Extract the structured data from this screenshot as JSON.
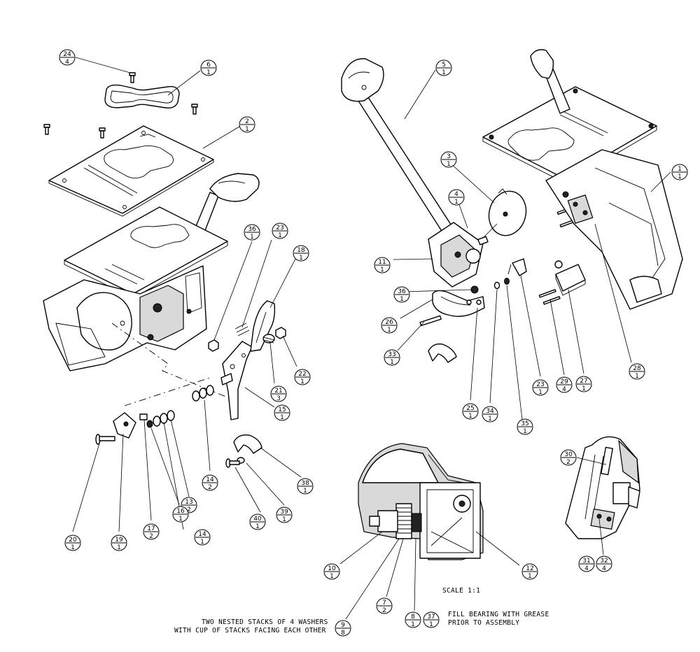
{
  "balloons": [
    {
      "id": "b24",
      "item": "24",
      "qty": "4"
    },
    {
      "id": "b6",
      "item": "6",
      "qty": "1"
    },
    {
      "id": "b2",
      "item": "2",
      "qty": "1"
    },
    {
      "id": "b36a",
      "item": "36",
      "qty": "1"
    },
    {
      "id": "b23a",
      "item": "23",
      "qty": "1"
    },
    {
      "id": "b18",
      "item": "18",
      "qty": "1"
    },
    {
      "id": "b22",
      "item": "22",
      "qty": "1"
    },
    {
      "id": "b21",
      "item": "21",
      "qty": "3"
    },
    {
      "id": "b15",
      "item": "15",
      "qty": "1"
    },
    {
      "id": "b14a",
      "item": "14",
      "qty": "2"
    },
    {
      "id": "b13",
      "item": "13",
      "qty": "2"
    },
    {
      "id": "b14b",
      "item": "14",
      "qty": "1"
    },
    {
      "id": "b16",
      "item": "16",
      "qty": "1"
    },
    {
      "id": "b17",
      "item": "17",
      "qty": "2"
    },
    {
      "id": "b19",
      "item": "19",
      "qty": "1"
    },
    {
      "id": "b20",
      "item": "20",
      "qty": "1"
    },
    {
      "id": "b38",
      "item": "38",
      "qty": "1"
    },
    {
      "id": "b39",
      "item": "39",
      "qty": "1"
    },
    {
      "id": "b40",
      "item": "40",
      "qty": "1"
    },
    {
      "id": "b5",
      "item": "5",
      "qty": "1"
    },
    {
      "id": "b3",
      "item": "3",
      "qty": "1"
    },
    {
      "id": "b4",
      "item": "4",
      "qty": "1"
    },
    {
      "id": "b11",
      "item": "11",
      "qty": "1"
    },
    {
      "id": "b36b",
      "item": "36",
      "qty": "1"
    },
    {
      "id": "b26",
      "item": "26",
      "qty": "1"
    },
    {
      "id": "b33",
      "item": "33",
      "qty": "1"
    },
    {
      "id": "b25",
      "item": "25",
      "qty": "1"
    },
    {
      "id": "b34",
      "item": "34",
      "qty": "1"
    },
    {
      "id": "b35",
      "item": "35",
      "qty": "1"
    },
    {
      "id": "b23b",
      "item": "23",
      "qty": "1"
    },
    {
      "id": "b29",
      "item": "29",
      "qty": "4"
    },
    {
      "id": "b27",
      "item": "27",
      "qty": "1"
    },
    {
      "id": "b28",
      "item": "28",
      "qty": "1"
    },
    {
      "id": "b1",
      "item": "1",
      "qty": "1"
    },
    {
      "id": "b30",
      "item": "30",
      "qty": "2"
    },
    {
      "id": "b31",
      "item": "31",
      "qty": "4"
    },
    {
      "id": "b32",
      "item": "32",
      "qty": "4"
    },
    {
      "id": "b10",
      "item": "10",
      "qty": "1"
    },
    {
      "id": "b12",
      "item": "12",
      "qty": "1"
    },
    {
      "id": "b7",
      "item": "7",
      "qty": "2"
    },
    {
      "id": "b8",
      "item": "8",
      "qty": "1"
    },
    {
      "id": "b37",
      "item": "37",
      "qty": "1"
    },
    {
      "id": "b9",
      "item": "9",
      "qty": "8"
    }
  ],
  "notes": {
    "scale": "SCALE  1:1",
    "washers_line1": "TWO NESTED STACKS OF 4 WASHERS",
    "washers_line2": "WITH CUP OF STACKS FACING EACH OTHER",
    "grease_line1": "FILL BEARING WITH GREASE",
    "grease_line2": "PRIOR TO ASSEMBLY"
  }
}
